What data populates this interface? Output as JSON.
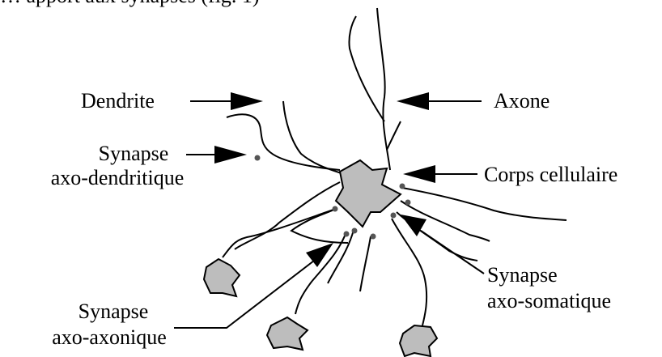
{
  "caption_fragment": "… apport aux synapses (fig. 1)",
  "labels": {
    "dendrite": "Dendrite",
    "axone": "Axone",
    "synapse_axo_dendritique_1": "Synapse",
    "synapse_axo_dendritique_2": "axo-dendritique",
    "corps_cellulaire": "Corps cellulaire",
    "synapse_axo_somatique_1": "Synapse",
    "synapse_axo_somatique_2": "axo-somatique",
    "synapse_axo_axonique_1": "Synapse",
    "synapse_axo_axonique_2": "axo-axonique"
  },
  "colors": {
    "cell_fill": "#bdbdbd",
    "stroke": "#000000",
    "synapse_dot": "#555555"
  }
}
